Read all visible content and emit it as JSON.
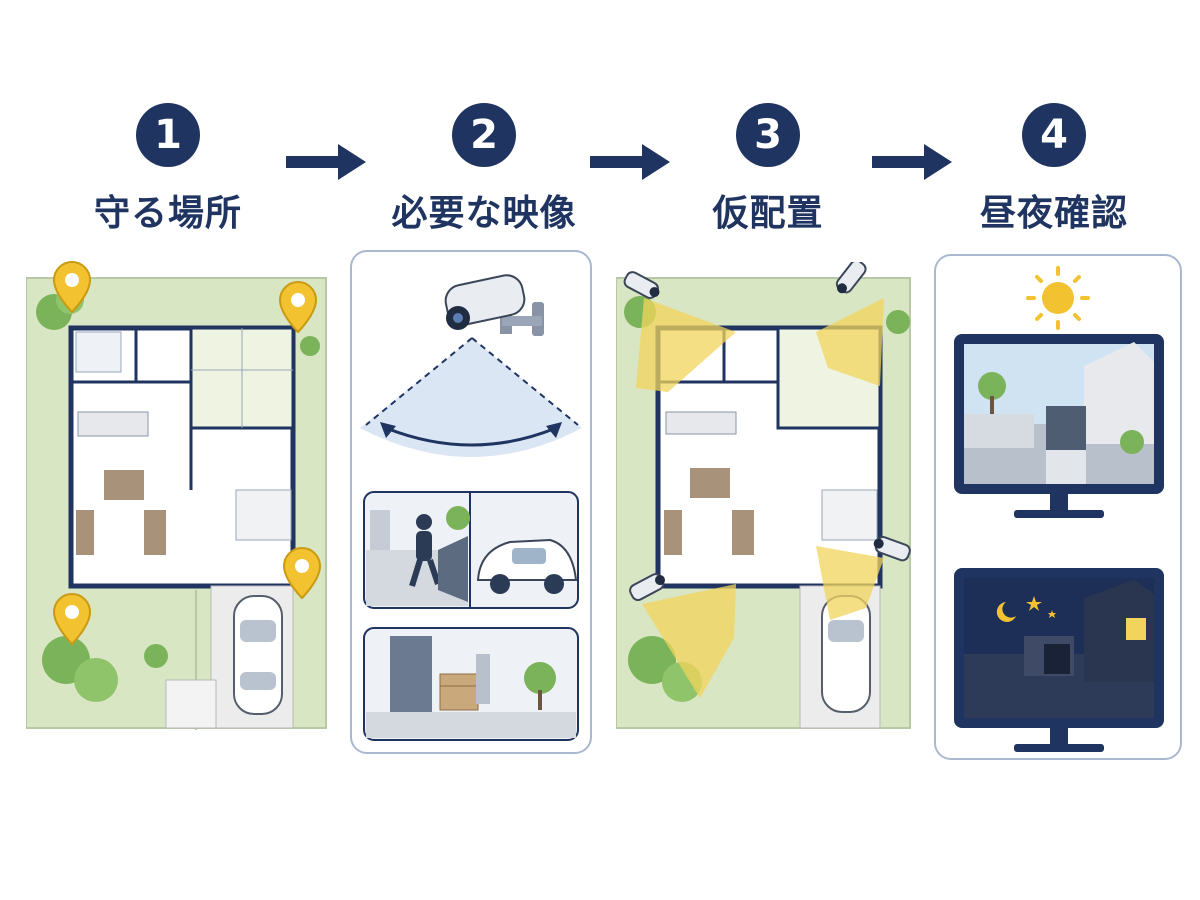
{
  "steps": [
    {
      "number": "1",
      "title": "守る場所"
    },
    {
      "number": "2",
      "title": "必要な映像"
    },
    {
      "number": "3",
      "title": "仮配置"
    },
    {
      "number": "4",
      "title": "昼夜確認"
    }
  ],
  "colors": {
    "navy": "#1f3460",
    "pin_yellow": "#f2c230",
    "coverage_yellow": "#f2d45c",
    "lawn": "#d9e6c3",
    "tree": "#7bb35a",
    "sky_day": "#cfe3f3",
    "sky_night": "#1e2f57"
  },
  "icons": [
    "location-pin-icon",
    "security-camera-icon",
    "sun-icon",
    "moon-icon",
    "star-icon",
    "monitor-icon",
    "car-icon",
    "person-icon",
    "package-icon"
  ]
}
